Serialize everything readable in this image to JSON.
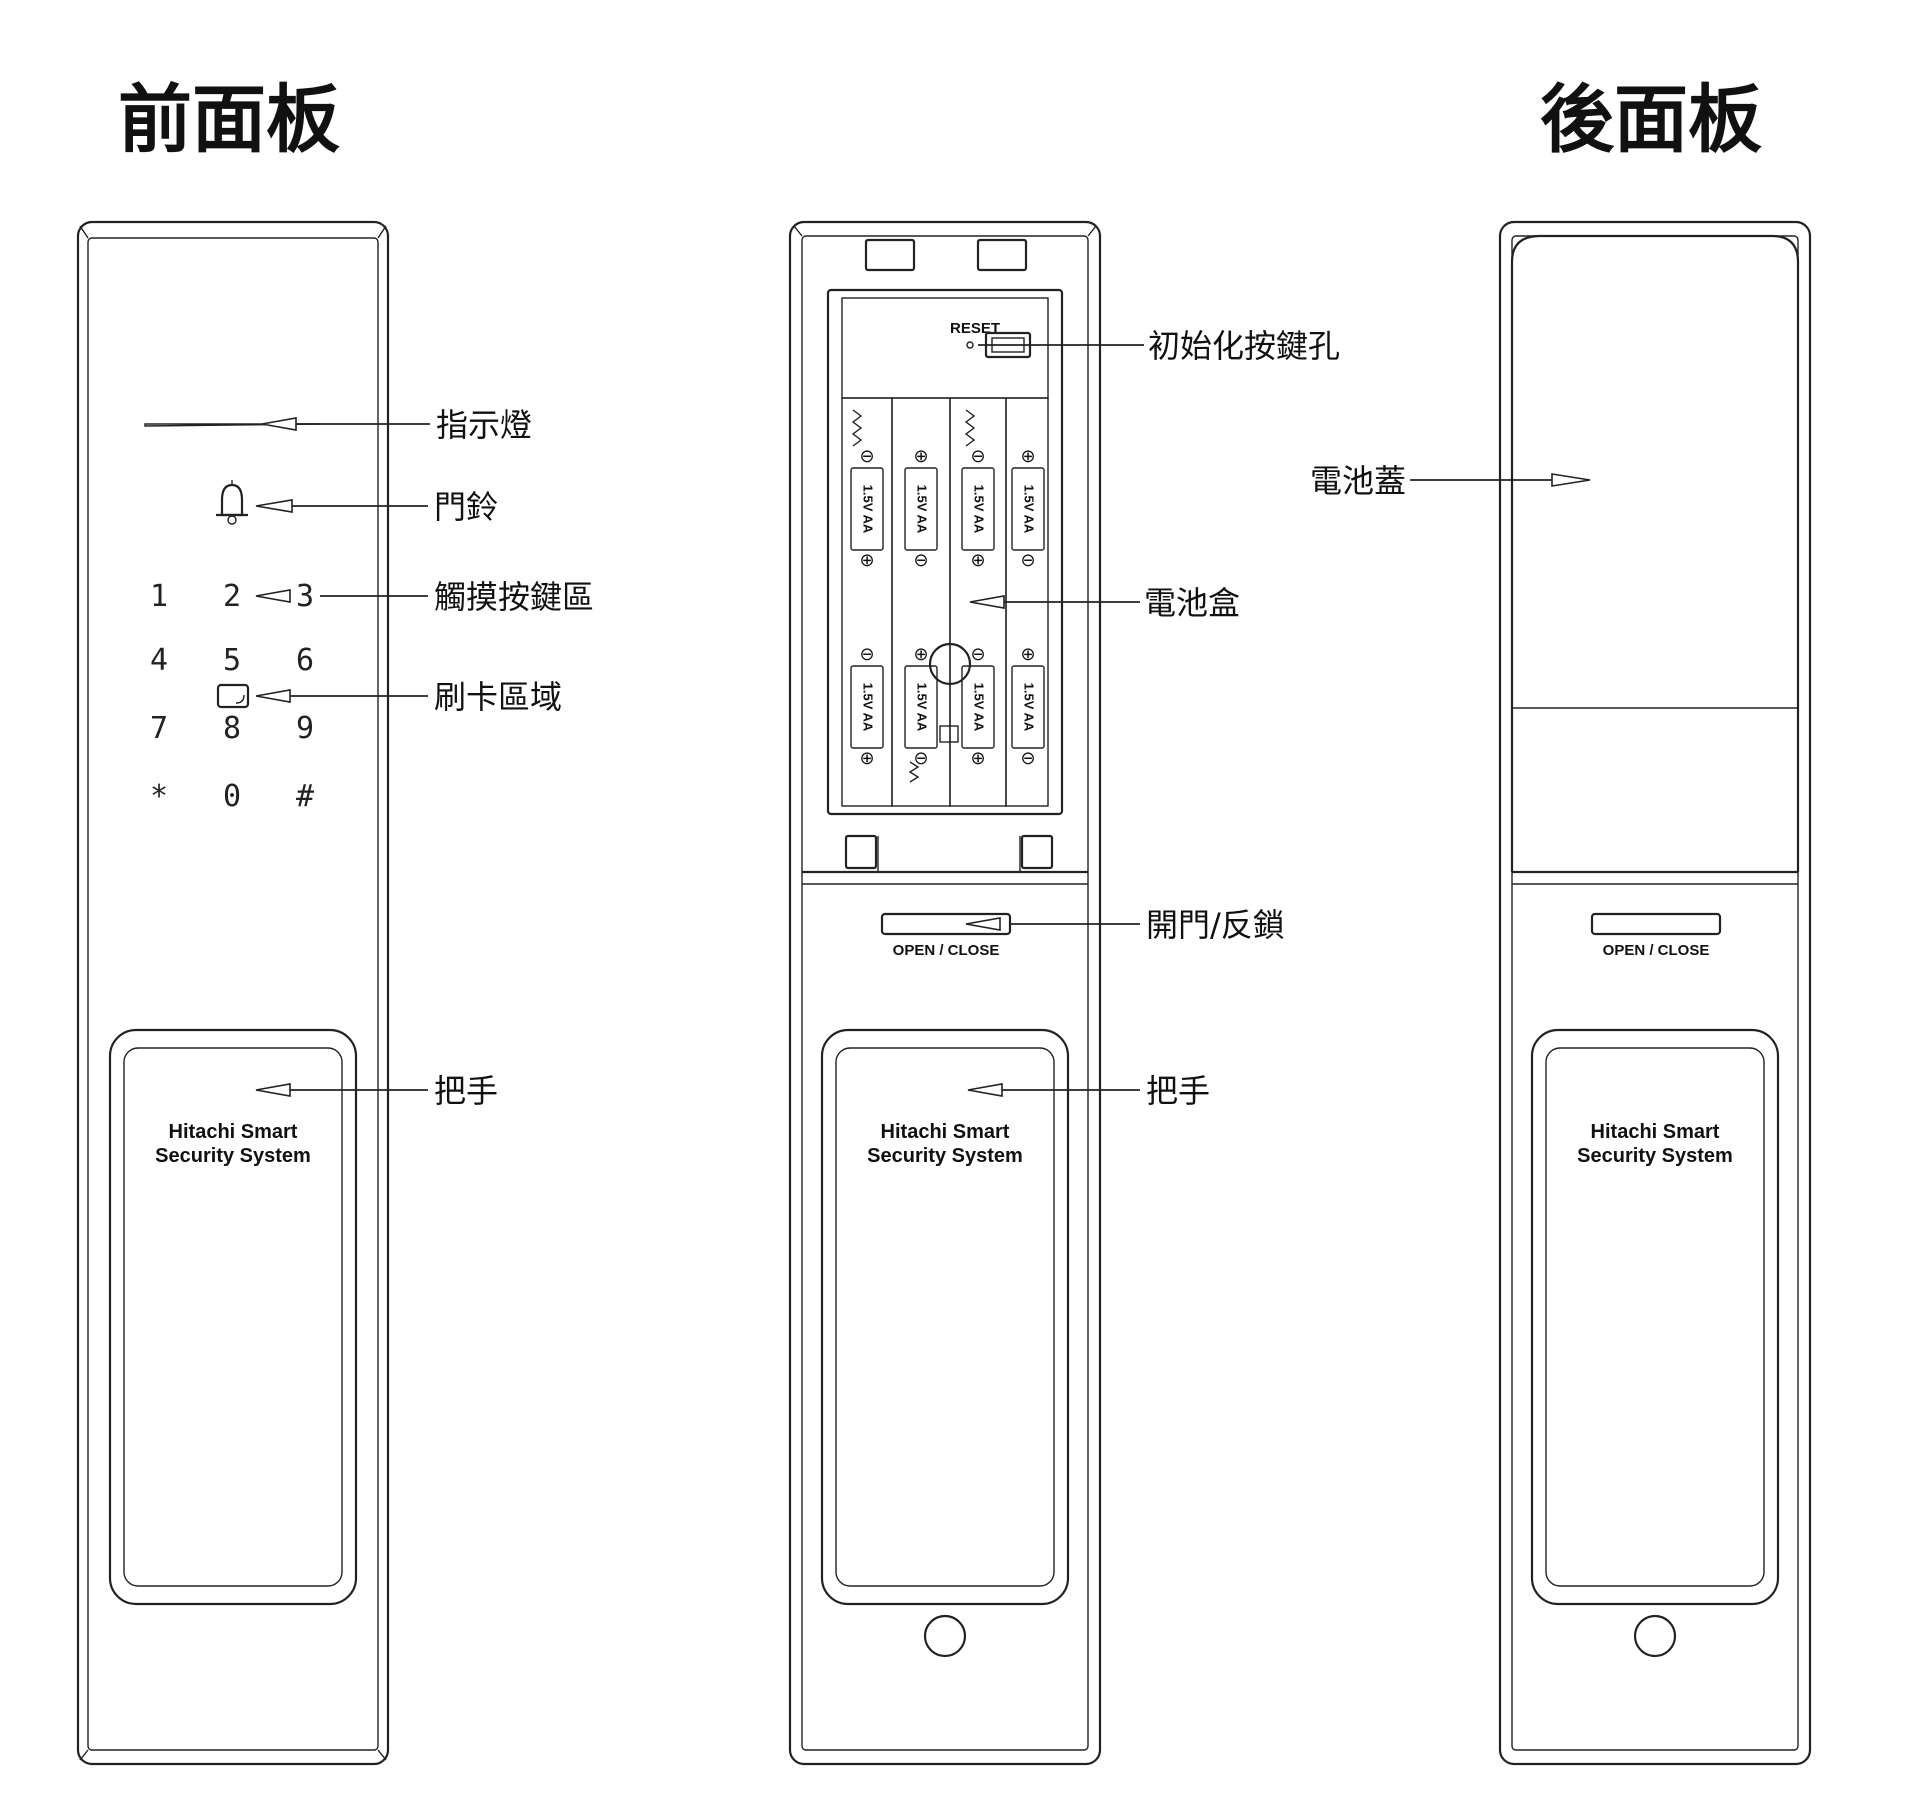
{
  "titles": {
    "front": "前面板",
    "back": "後面板"
  },
  "front_panel": {
    "keypad": [
      "1",
      "2",
      "3",
      "4",
      "5",
      "6",
      "7",
      "8",
      "9",
      "*",
      "0",
      "#"
    ],
    "brand_line1": "Hitachi Smart",
    "brand_line2": "Security System",
    "callouts": {
      "indicator": "指示燈",
      "doorbell": "門鈴",
      "touch_keypad": "觸摸按鍵區",
      "card_area": "刷卡區域",
      "handle": "把手"
    }
  },
  "middle_panel": {
    "open_close": "OPEN / CLOSE",
    "battery_label": "1.5V AA",
    "reset_tiny": "RESET",
    "brand_line1": "Hitachi Smart",
    "brand_line2": "Security System",
    "callouts": {
      "reset_hole": "初始化按鍵孔",
      "battery_box": "電池盒",
      "open_lock": "開門/反鎖",
      "handle": "把手"
    }
  },
  "back_panel": {
    "open_close": "OPEN / CLOSE",
    "brand_line1": "Hitachi Smart",
    "brand_line2": "Security System",
    "callouts": {
      "battery_cover": "電池蓋"
    }
  }
}
